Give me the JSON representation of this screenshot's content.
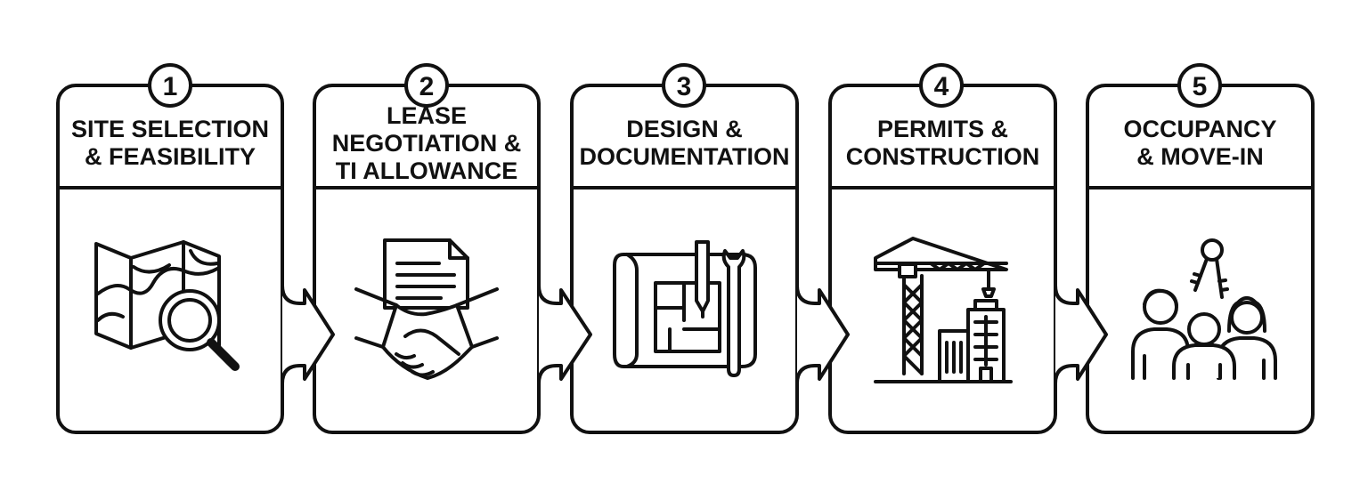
{
  "colors": {
    "stroke": "#111111",
    "background": "#ffffff"
  },
  "steps": [
    {
      "number": "1",
      "title": "SITE SELECTION\n& FEASIBILITY",
      "icon": "map-magnifier-icon"
    },
    {
      "number": "2",
      "title": "LEASE\nNEGOTIATION &\nTI ALLOWANCE",
      "icon": "handshake-document-icon"
    },
    {
      "number": "3",
      "title": "DESIGN &\nDOCUMENTATION",
      "icon": "blueprint-tools-icon"
    },
    {
      "number": "4",
      "title": "PERMITS &\nCONSTRUCTION",
      "icon": "crane-building-icon"
    },
    {
      "number": "5",
      "title": "OCCUPANCY\n& MOVE-IN",
      "icon": "people-keys-icon"
    }
  ]
}
